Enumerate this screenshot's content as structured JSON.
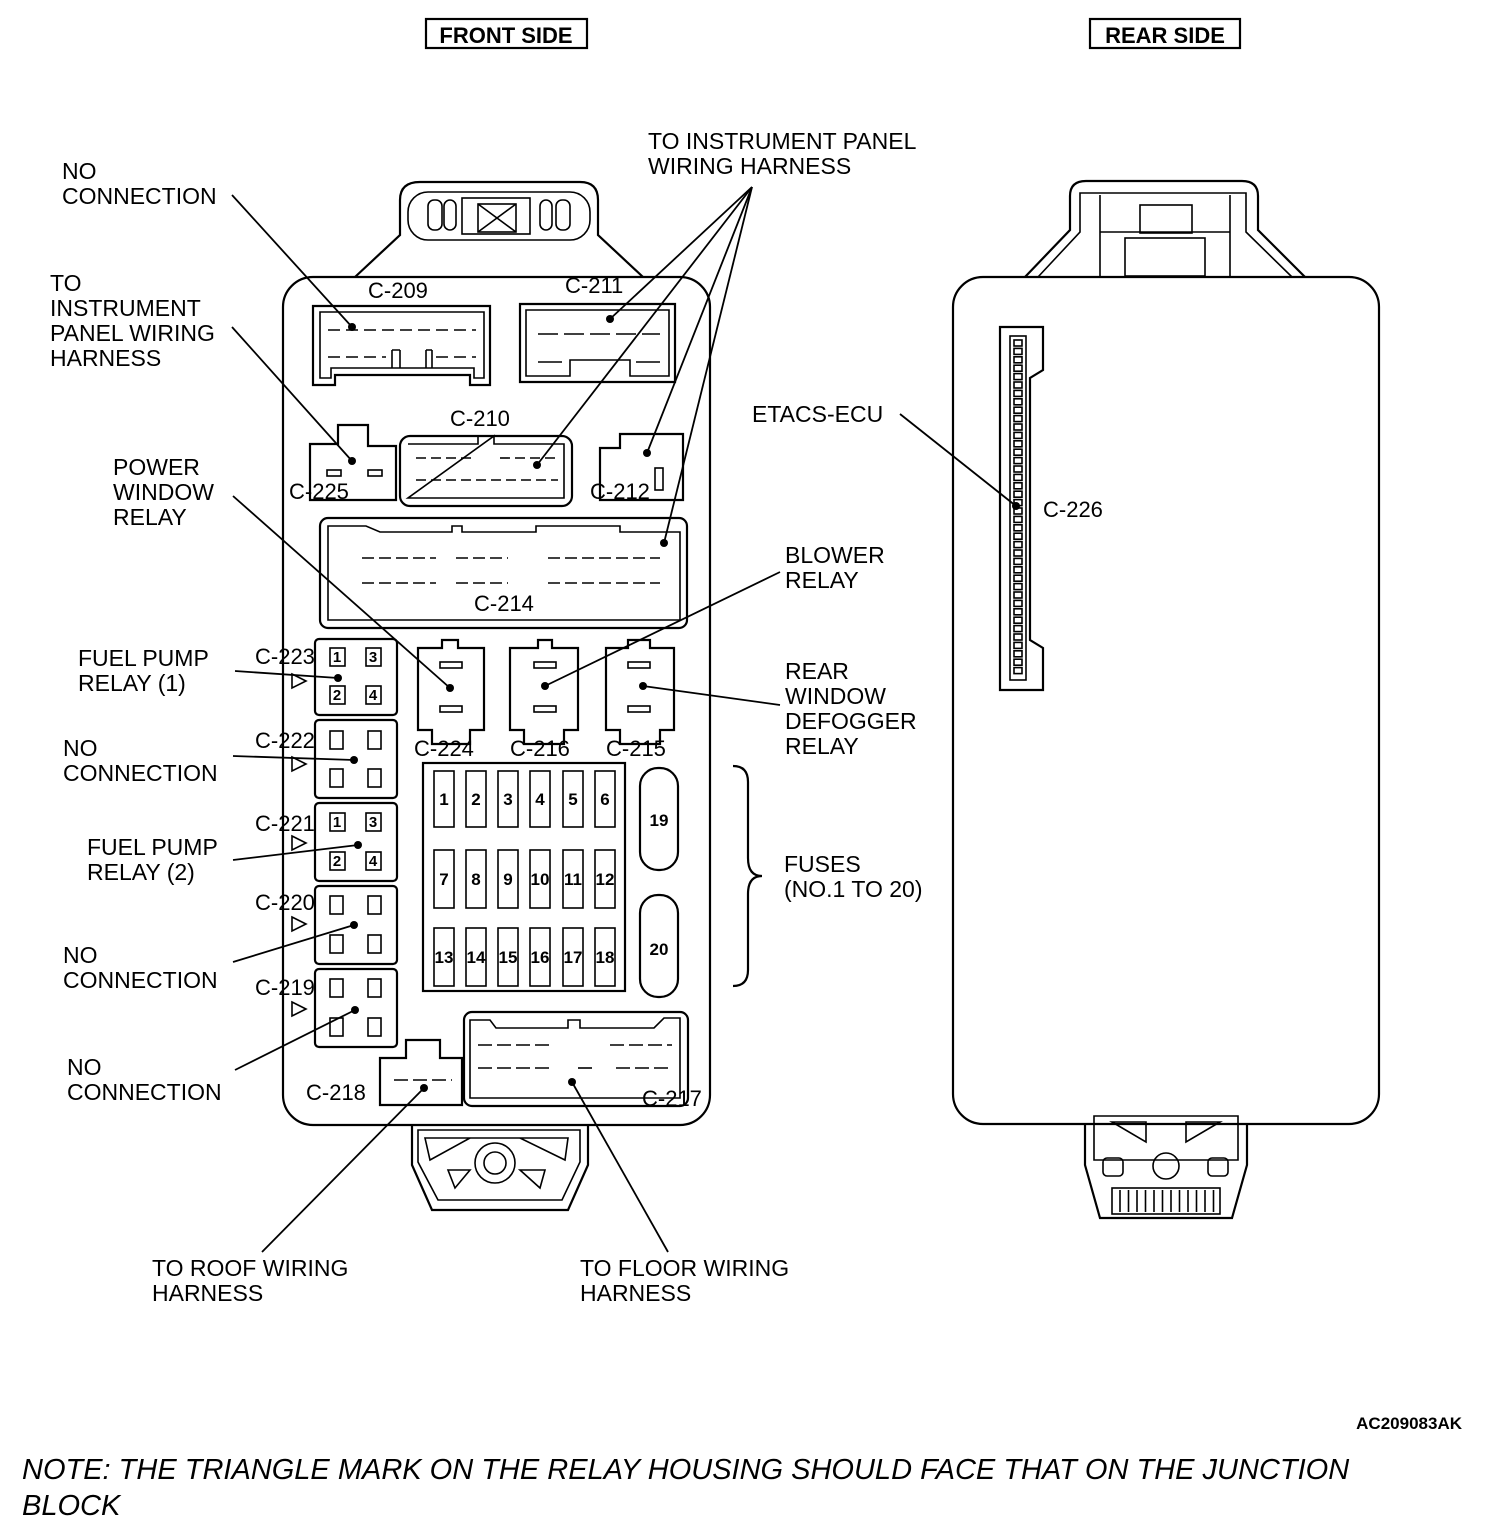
{
  "headers": {
    "front": "FRONT SIDE",
    "rear": "REAR SIDE"
  },
  "connectors": {
    "c209": "C-209",
    "c210": "C-210",
    "c211": "C-211",
    "c212": "C-212",
    "c214": "C-214",
    "c215": "C-215",
    "c216": "C-216",
    "c217": "C-217",
    "c218": "C-218",
    "c219": "C-219",
    "c220": "C-220",
    "c221": "C-221",
    "c222": "C-222",
    "c223": "C-223",
    "c224": "C-224",
    "c225": "C-225",
    "c226": "C-226"
  },
  "callouts": {
    "no_connection_top": [
      "NO",
      "CONNECTION"
    ],
    "to_ip_harness_left": [
      "TO",
      "INSTRUMENT",
      "PANEL WIRING",
      "HARNESS"
    ],
    "to_ip_harness_top": [
      "TO INSTRUMENT PANEL",
      "WIRING HARNESS"
    ],
    "power_window_relay": [
      "POWER",
      "WINDOW",
      "RELAY"
    ],
    "fuel_pump_relay_1": [
      "FUEL PUMP",
      "RELAY (1)"
    ],
    "no_connection_222": [
      "NO",
      "CONNECTION"
    ],
    "fuel_pump_relay_2": [
      "FUEL PUMP",
      "RELAY (2)"
    ],
    "no_connection_220": [
      "NO",
      "CONNECTION"
    ],
    "no_connection_219": [
      "NO",
      "CONNECTION"
    ],
    "blower_relay": [
      "BLOWER",
      "RELAY"
    ],
    "rear_defogger_relay": [
      "REAR",
      "WINDOW",
      "DEFOGGER",
      "RELAY"
    ],
    "fuses": [
      "FUSES",
      "(NO.1 TO 20)"
    ],
    "etacs_ecu": "ETACS-ECU",
    "to_roof_harness": [
      "TO ROOF WIRING",
      "HARNESS"
    ],
    "to_floor_harness": [
      "TO FLOOR WIRING",
      "HARNESS"
    ]
  },
  "fuse_numbers": [
    "1",
    "2",
    "3",
    "4",
    "5",
    "6",
    "7",
    "8",
    "9",
    "10",
    "11",
    "12",
    "13",
    "14",
    "15",
    "16",
    "17",
    "18",
    "19",
    "20"
  ],
  "relay_pins": [
    "1",
    "3",
    "2",
    "4"
  ],
  "figure_code": "AC209083AK",
  "note": [
    "NOTE: THE TRIANGLE MARK ON THE RELAY HOUSING SHOULD FACE THAT ON THE JUNCTION",
    "BLOCK"
  ]
}
